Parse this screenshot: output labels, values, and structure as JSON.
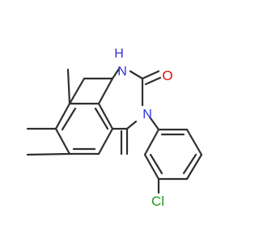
{
  "molecule": {
    "atom_labels": {
      "nh": "H",
      "n1": "N",
      "o": "O",
      "n3": "N",
      "cl": "Cl"
    },
    "colors": {
      "bond": "#2f2f2f",
      "nitrogen": "#2f2fd8",
      "oxygen": "#e01010",
      "chlorine": "#1f9a1f"
    }
  }
}
